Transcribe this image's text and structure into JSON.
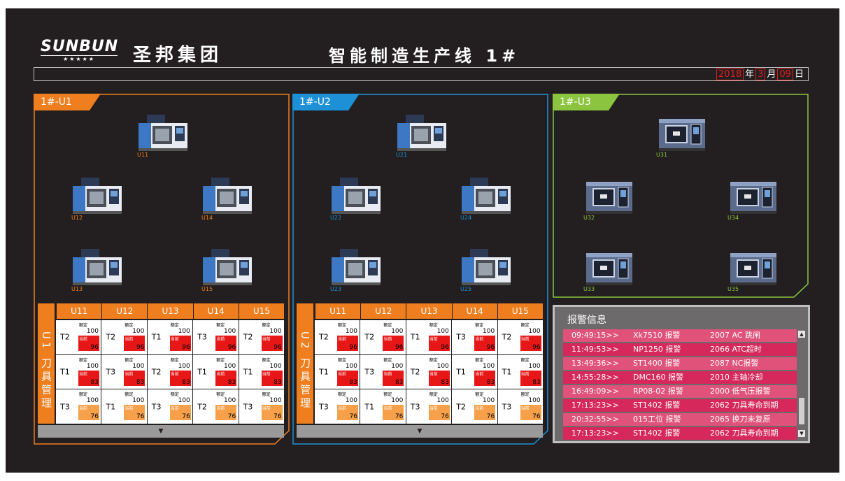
{
  "header": {
    "logo_en": "SUNBUN",
    "logo_stars": "★★★★★",
    "company": "圣邦集团",
    "title": "智能制造生产线 1#",
    "date": {
      "year": "2018",
      "year_unit": "年",
      "month": "3",
      "month_unit": "月",
      "day": "09",
      "day_unit": "日"
    }
  },
  "colors": {
    "u1": "#ee7e1e",
    "u2": "#1e90d6",
    "u3": "#8bc53f",
    "alarm_row_a": "#d6285a",
    "alarm_row_b": "#e0527a",
    "rated": "#ffffff",
    "cur_red": "#e81717",
    "cur_orange": "#f6a04a"
  },
  "panels": [
    {
      "tag": "1#-U1",
      "machines": [
        {
          "label": "U11",
          "icon": "cnc-machine-icon"
        },
        {
          "label": "U12",
          "icon": "cnc-machine-icon"
        },
        {
          "label": "U14",
          "icon": "cnc-machine-icon"
        },
        {
          "label": "U13",
          "icon": "cnc-machine-icon"
        },
        {
          "label": "U15",
          "icon": "cnc-machine-icon"
        }
      ],
      "tool": {
        "side_label": "U1 刀具管理",
        "columns": [
          "U11",
          "U12",
          "U13",
          "U14",
          "U15"
        ],
        "rows": [
          [
            {
              "t": "T2",
              "rated": "100",
              "cur": "96"
            },
            {
              "t": "T2",
              "rated": "100",
              "cur": "96"
            },
            {
              "t": "T1",
              "rated": "100",
              "cur": "96"
            },
            {
              "t": "T3",
              "rated": "100",
              "cur": "96"
            },
            {
              "t": "T2",
              "rated": "100",
              "cur": "96"
            }
          ],
          [
            {
              "t": "T1",
              "rated": "100",
              "cur": "83"
            },
            {
              "t": "T3",
              "rated": "100",
              "cur": "83"
            },
            {
              "t": "T2",
              "rated": "100",
              "cur": "83"
            },
            {
              "t": "T1",
              "rated": "100",
              "cur": "83"
            },
            {
              "t": "T1",
              "rated": "100",
              "cur": "83"
            }
          ],
          [
            {
              "t": "T3",
              "rated": "100",
              "cur": "76"
            },
            {
              "t": "T1",
              "rated": "100",
              "cur": "76"
            },
            {
              "t": "T3",
              "rated": "100",
              "cur": "76"
            },
            {
              "t": "T2",
              "rated": "100",
              "cur": "76"
            },
            {
              "t": "T3",
              "rated": "100",
              "cur": "76"
            }
          ]
        ]
      }
    },
    {
      "tag": "1#-U2",
      "machines": [
        {
          "label": "U21",
          "icon": "cnc-machine-icon"
        },
        {
          "label": "U22",
          "icon": "cnc-machine-icon"
        },
        {
          "label": "U24",
          "icon": "cnc-machine-icon"
        },
        {
          "label": "U23",
          "icon": "cnc-machine-icon"
        },
        {
          "label": "U25",
          "icon": "cnc-machine-icon"
        }
      ],
      "tool": {
        "side_label": "U2 刀具管理",
        "columns": [
          "U11",
          "U12",
          "U13",
          "U14",
          "U15"
        ],
        "rows": [
          [
            {
              "t": "T2",
              "rated": "100",
              "cur": "96"
            },
            {
              "t": "T2",
              "rated": "100",
              "cur": "96"
            },
            {
              "t": "T1",
              "rated": "100",
              "cur": "96"
            },
            {
              "t": "T3",
              "rated": "100",
              "cur": "96"
            },
            {
              "t": "T2",
              "rated": "100",
              "cur": "96"
            }
          ],
          [
            {
              "t": "T1",
              "rated": "100",
              "cur": "83"
            },
            {
              "t": "T3",
              "rated": "100",
              "cur": "83"
            },
            {
              "t": "T2",
              "rated": "100",
              "cur": "83"
            },
            {
              "t": "T1",
              "rated": "100",
              "cur": "83"
            },
            {
              "t": "T1",
              "rated": "100",
              "cur": "83"
            }
          ],
          [
            {
              "t": "T3",
              "rated": "100",
              "cur": "76"
            },
            {
              "t": "T1",
              "rated": "100",
              "cur": "76"
            },
            {
              "t": "T3",
              "rated": "100",
              "cur": "76"
            },
            {
              "t": "T2",
              "rated": "100",
              "cur": "76"
            },
            {
              "t": "T3",
              "rated": "100",
              "cur": "76"
            }
          ]
        ]
      }
    },
    {
      "tag": "1#-U3",
      "machines": [
        {
          "label": "U31",
          "icon": "cnc-machine-icon"
        },
        {
          "label": "U32",
          "icon": "cnc-machine-icon"
        },
        {
          "label": "U34",
          "icon": "cnc-machine-icon"
        },
        {
          "label": "U33",
          "icon": "cnc-machine-icon"
        },
        {
          "label": "U35",
          "icon": "cnc-machine-icon"
        }
      ]
    }
  ],
  "tool_cell_labels": {
    "rated": "额定",
    "current": "当前"
  },
  "tool_footer": "▼",
  "alarm": {
    "title": "报警信息",
    "rows": [
      {
        "time": "09:49:15>>",
        "code": "Xk7510 报警",
        "msg": "2007 AC 跳闸"
      },
      {
        "time": "11:49:53>>",
        "code": "NP1250 报警",
        "msg": "2066 ATC超时"
      },
      {
        "time": "13:49:36>>",
        "code": "ST1400 报警",
        "msg": "2087 NC报警"
      },
      {
        "time": "14:55:28>>",
        "code": "DMC160 报警",
        "msg": "2010 主轴冷却"
      },
      {
        "time": "16:49:09>>",
        "code": "RP08-02 报警",
        "msg": "2000 低气压报警"
      },
      {
        "time": "17:13:23>>",
        "code": "ST1402 报警",
        "msg": "2062 刀具寿命到期"
      },
      {
        "time": "20:32:55>>",
        "code": "015工位 报警",
        "msg": "2065 换刀未复原"
      },
      {
        "time": "17:13:23>>",
        "code": "ST1402 报警",
        "msg": "2062 刀具寿命到期"
      }
    ],
    "scroll_up": "▲",
    "scroll_down": "▼"
  }
}
